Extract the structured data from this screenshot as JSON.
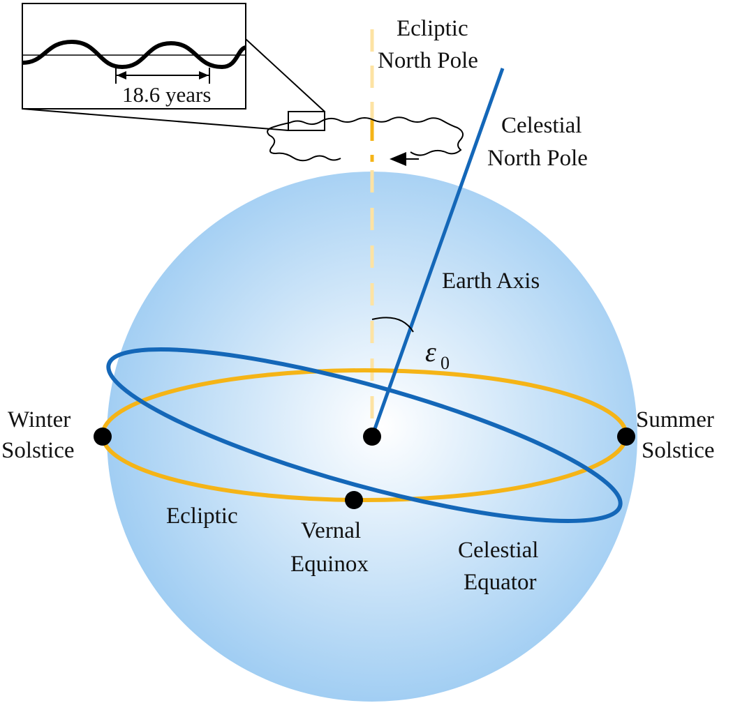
{
  "labels": {
    "ecliptic_north_pole": [
      "Ecliptic",
      "North Pole"
    ],
    "celestial_north_pole": [
      "Celestial",
      "North Pole"
    ],
    "earth_axis": "Earth Axis",
    "obliquity_symbol": "ε",
    "obliquity_subscript": "0",
    "winter_solstice": [
      "Winter",
      "Solstice"
    ],
    "summer_solstice": [
      "Summer",
      "Solstice"
    ],
    "ecliptic": "Ecliptic",
    "vernal_equinox": [
      "Vernal",
      "Equinox"
    ],
    "celestial_equator": [
      "Celestial",
      "Equator"
    ],
    "nutation_period": "18.6 years"
  },
  "colors": {
    "sphere_center": "#ffffff",
    "sphere_edge": "#9ccbf2",
    "ecliptic": "#f5b417",
    "ecliptic_axis_upper": "#fde3a3",
    "celestial": "#1467b8",
    "point": "#000000",
    "text": "#111111"
  },
  "icons": {
    "points": "filled-circle",
    "rotation_direction": "arrow-left"
  }
}
